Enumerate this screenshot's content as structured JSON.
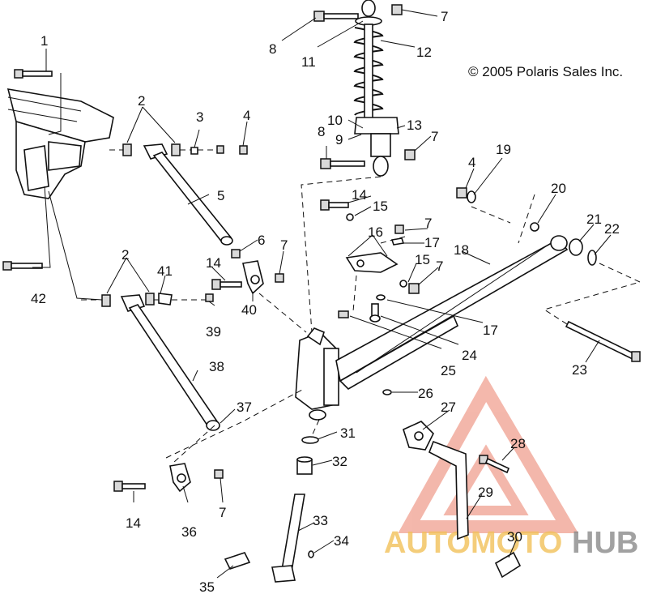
{
  "copyright": "© 2005 Polaris Sales Inc.",
  "watermark": {
    "text_first": "AUTOMOTO",
    "text_second": "HUB",
    "accent_color": "#f0a090",
    "text_color_first": "#f2c15a",
    "text_color_second": "#8a8a8a"
  },
  "callouts": [
    "1",
    "2",
    "3",
    "4",
    "5",
    "6",
    "7",
    "2",
    "41",
    "14",
    "42",
    "40",
    "39",
    "38",
    "37",
    "36",
    "14",
    "7",
    "8",
    "11",
    "12",
    "10",
    "9",
    "13",
    "8",
    "7",
    "14",
    "15",
    "16",
    "7",
    "17",
    "15",
    "7",
    "17",
    "25",
    "24",
    "26",
    "27",
    "28",
    "29",
    "30",
    "31",
    "32",
    "33",
    "34",
    "35",
    "4",
    "19",
    "20",
    "21",
    "22",
    "18",
    "23",
    "7"
  ]
}
